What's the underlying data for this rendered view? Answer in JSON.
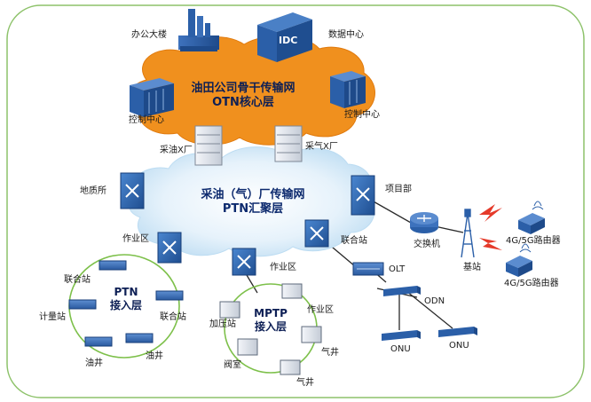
{
  "core": {
    "line1": "油田公司骨干传输网",
    "line2": "OTN核心层"
  },
  "aggregation": {
    "line1": "采油（气）厂传输网",
    "line2": "PTN汇聚层"
  },
  "ptn_access": {
    "line1": "PTN",
    "line2": "接入层"
  },
  "mptp_access": {
    "line1": "MPTP",
    "line2": "接入层"
  },
  "labels": {
    "office": "办公大楼",
    "idc_badge": "IDC",
    "data_center": "数据中心",
    "control_left": "控制中心",
    "control_right": "控制中心",
    "oil_plant": "采油X厂",
    "gas_plant": "采气X厂",
    "geology": "地质所",
    "project_dept": "项目部",
    "switch": "交换机",
    "base_station": "基站",
    "router_top": "4G/5G路由器",
    "router_bottom": "4G/5G路由器",
    "work_area_left": "作业区",
    "work_area_mid": "作业区",
    "joint_station_right": "联合站",
    "olt": "OLT",
    "odn": "ODN",
    "onu_left": "ONU",
    "onu_right": "ONU",
    "joint_station_ptn_left": "联合站",
    "joint_station_ptn_right": "联合站",
    "metering_station": "计量站",
    "oil_well_left": "油井",
    "oil_well_right": "油井",
    "pressure_station": "加压站",
    "work_area_mptp": "作业区",
    "valve_room": "阀室",
    "gas_well_right": "气井",
    "gas_well_bottom": "气井"
  },
  "colors": {
    "frame_border": "#8dc26a",
    "core_cloud": "#f0901e",
    "agg_cloud": "#cfe6f6",
    "ring": "#7dc04a",
    "link": "#2a2a2a",
    "device_blue": "#2b5fa8"
  },
  "icons": {
    "router": "router-icon",
    "server_rack": "server-rack-icon",
    "switch_box": "switch-box-icon",
    "cell_tower": "cell-tower-icon",
    "wifi_router": "wifi-router-icon"
  }
}
